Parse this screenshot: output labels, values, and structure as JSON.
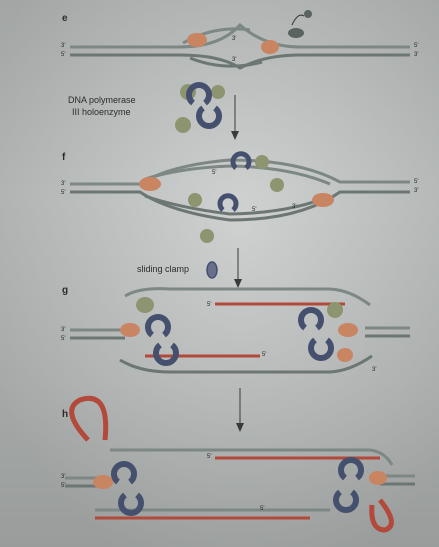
{
  "panels": {
    "e": "e",
    "f": "f",
    "g": "g",
    "h": "h"
  },
  "labels": {
    "polymerase_line1": "DNA polymerase",
    "polymerase_line2": "III holoenzyme",
    "sliding_clamp": "sliding clamp"
  },
  "ends": {
    "three": "3'",
    "five": "5'"
  },
  "colors": {
    "strand": "#7d8784",
    "strand_dark": "#5a6360",
    "new_dna": "#b2493a",
    "helicase": "#c98462",
    "polymerase": "#45506f",
    "clamp": "#6a6f8e",
    "subunit": "#8d9470"
  }
}
